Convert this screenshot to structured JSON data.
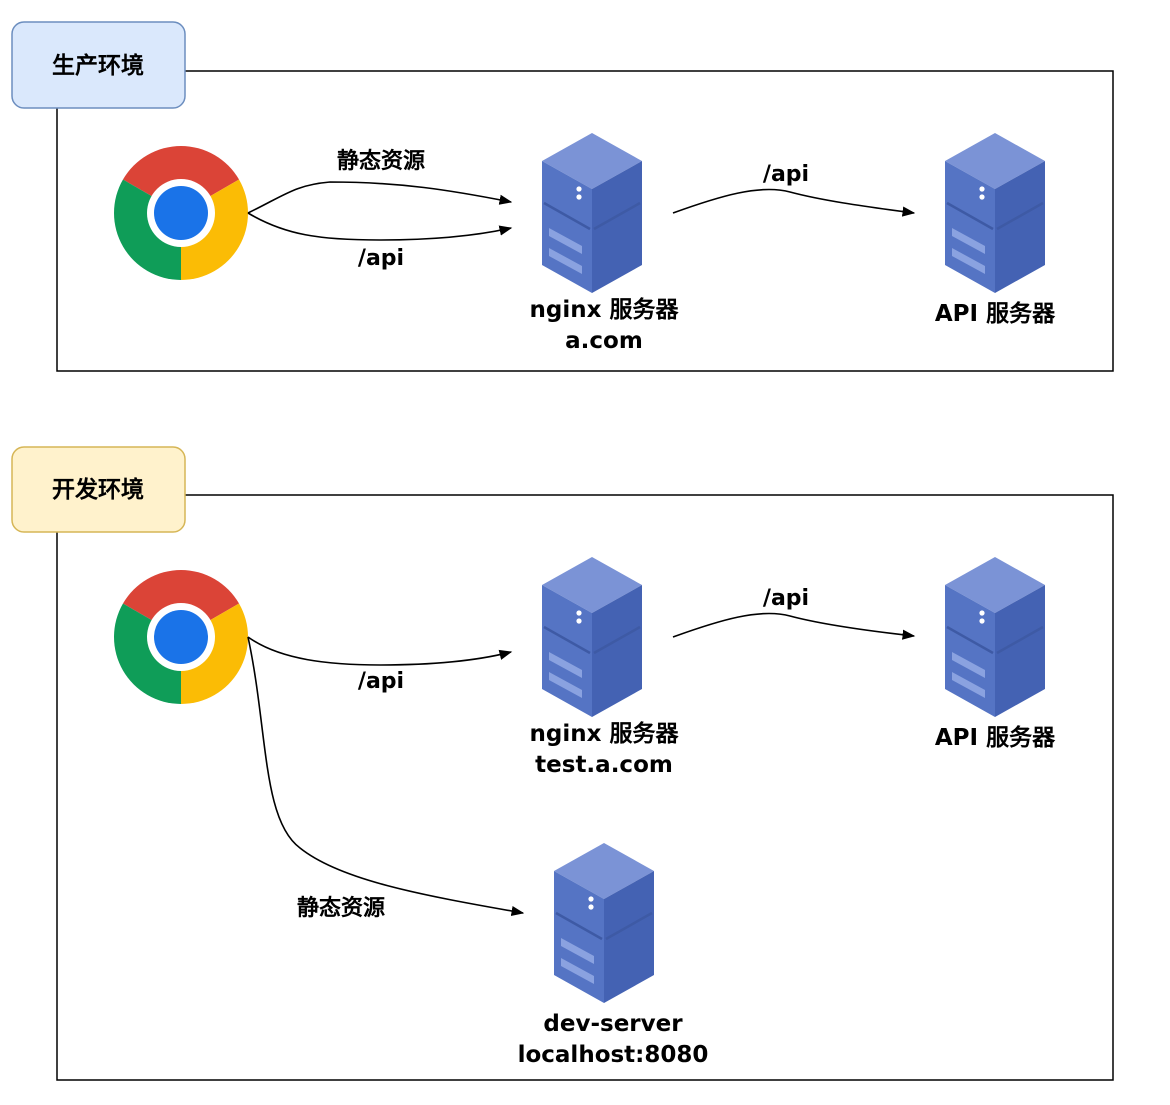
{
  "panels": {
    "production": {
      "title": "生产环境",
      "title_fill": "#dae8fc",
      "title_stroke": "#6c8ebf",
      "browser_icon": "chrome-icon",
      "edges": {
        "static": "静态资源",
        "api": "/api",
        "upstream_api": "/api"
      },
      "nginx": {
        "name": "nginx 服务器",
        "domain": "a.com"
      },
      "api_server": {
        "name": "API 服务器"
      }
    },
    "development": {
      "title": "开发环境",
      "title_fill": "#fff2cc",
      "title_stroke": "#d6b656",
      "browser_icon": "chrome-icon",
      "edges": {
        "api": "/api",
        "upstream_api": "/api",
        "static": "静态资源"
      },
      "nginx": {
        "name": "nginx 服务器",
        "domain": "test.a.com"
      },
      "api_server": {
        "name": "API 服务器"
      },
      "dev_server": {
        "name": "dev-server",
        "host": "localhost:8080"
      }
    }
  },
  "colors": {
    "server_top": "#7b93d6",
    "server_front": "#4f6fbe",
    "server_side": "#3e5aa5"
  }
}
